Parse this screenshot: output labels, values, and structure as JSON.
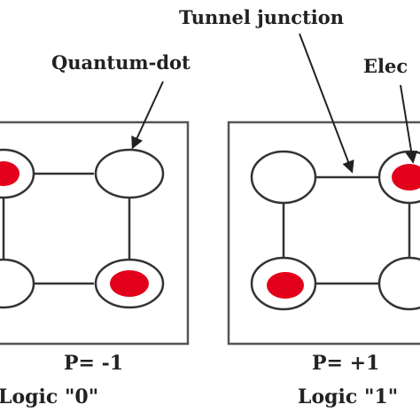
{
  "labels": {
    "tunnel_junction": "Tunnel junction",
    "quantum_dot": "Quantum-dot",
    "electron": "Elec"
  },
  "cells": [
    {
      "polarization": "P= -1",
      "logic": "Logic \"0\"",
      "electrons": [
        "top-left",
        "bottom-right"
      ]
    },
    {
      "polarization": "P= +1",
      "logic": "Logic \"1\"",
      "electrons": [
        "top-right",
        "bottom-left"
      ]
    }
  ],
  "colors": {
    "electron": "#e3001b",
    "stroke": "#333333",
    "frame": "#555555"
  }
}
